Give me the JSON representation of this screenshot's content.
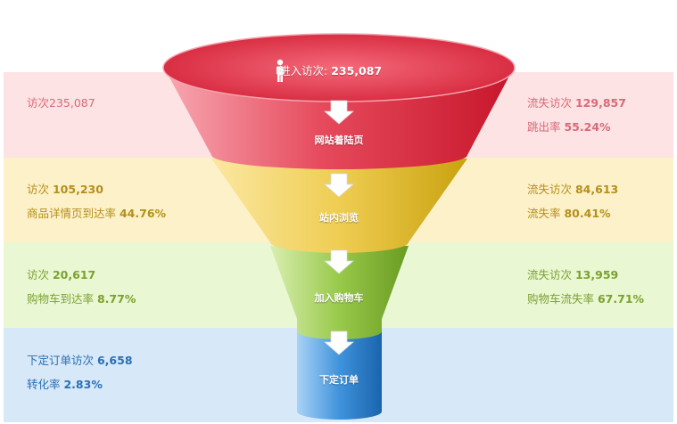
{
  "entry": {
    "label": "进入访次: ",
    "value": "235,087",
    "icon": "person-icon"
  },
  "stages": [
    {
      "name": "网站着陆页"
    },
    {
      "name": "站内浏览"
    },
    {
      "name": "加入购物车"
    },
    {
      "name": "下定订单"
    }
  ],
  "left_stats": [
    {
      "line1_label": "访次",
      "line1_value": "235,087",
      "line2_label": "",
      "line2_value": ""
    },
    {
      "line1_label": "访次 ",
      "line1_value": "105,230",
      "line2_label": "商品详情页到达率 ",
      "line2_value": "44.76%"
    },
    {
      "line1_label": "访次 ",
      "line1_value": "20,617",
      "line2_label": "购物车到达率 ",
      "line2_value": "8.77%"
    },
    {
      "line1_label": "下定订单访次 ",
      "line1_value": "6,658",
      "line2_label": "转化率 ",
      "line2_value": "2.83%"
    }
  ],
  "right_stats": [
    {
      "line1_label": "流失访次 ",
      "line1_value": "129,857",
      "line2_label": "跳出率 ",
      "line2_value": "55.24%"
    },
    {
      "line1_label": "流失访次 ",
      "line1_value": "84,613",
      "line2_label": "流失率 ",
      "line2_value": "80.41%"
    },
    {
      "line1_label": "流失访次 ",
      "line1_value": "13,959",
      "line2_label": "购物车流失率 ",
      "line2_value": "67.71%"
    }
  ],
  "colors": {
    "stage1": "#e0364a",
    "stage2": "#e9c43a",
    "stage3": "#8cbf3f",
    "stage4": "#2f86d6"
  }
}
